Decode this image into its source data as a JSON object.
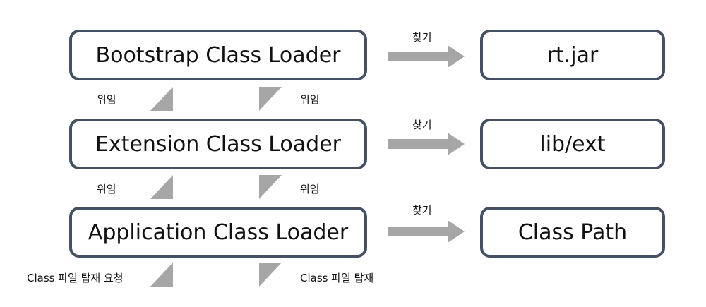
{
  "loaders": {
    "bootstrap": "Bootstrap Class Loader",
    "extension": "Extension Class Loader",
    "application": "Application Class Loader"
  },
  "targets": {
    "bootstrap": "rt.jar",
    "extension": "lib/ext",
    "application": "Class Path"
  },
  "arrow_label": "찾기",
  "delegation": {
    "row1_left": "위임",
    "row1_right": "위임",
    "row2_left": "위임",
    "row2_right": "위임"
  },
  "bottom": {
    "left": "Class 파일 탑재 요청",
    "right": "Class 파일 탑재"
  },
  "colors": {
    "box_border": "#445064",
    "arrow": "#A6A6A6"
  }
}
